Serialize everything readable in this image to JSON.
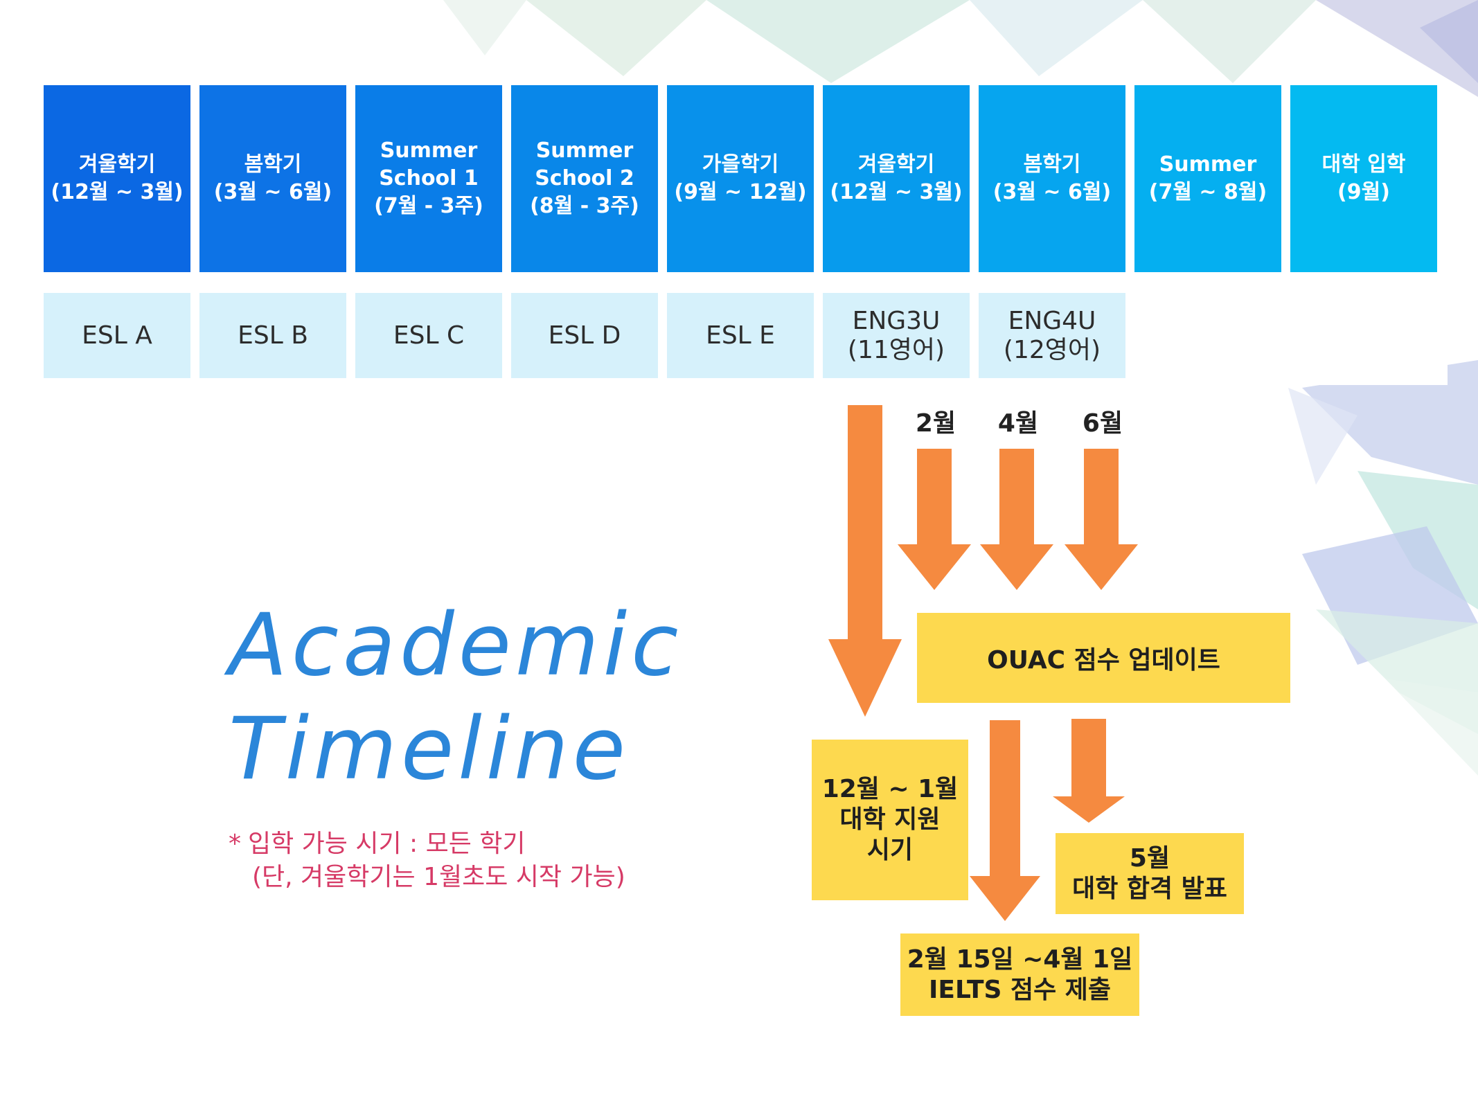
{
  "terms": [
    {
      "label": "겨울학기\n(12월 ~ 3월)",
      "color": "#0b68e3"
    },
    {
      "label": "봄학기\n(3월 ~ 6월)",
      "color": "#0d73e6"
    },
    {
      "label": "Summer\nSchool 1\n(7월 - 3주)",
      "color": "#0a7de8"
    },
    {
      "label": "Summer\nSchool 2\n(8월 - 3주)",
      "color": "#0987e9"
    },
    {
      "label": "가을학기\n(9월 ~ 12월)",
      "color": "#0891eb"
    },
    {
      "label": "겨울학기\n(12월 ~ 3월)",
      "color": "#079bed"
    },
    {
      "label": "봄학기\n(3월 ~ 6월)",
      "color": "#06a5ef"
    },
    {
      "label": "Summer\n(7월 ~ 8월)",
      "color": "#05aff0"
    },
    {
      "label": "대학 입학\n(9월)",
      "color": "#04baf1"
    }
  ],
  "courses": [
    "ESL A",
    "ESL B",
    "ESL C",
    "ESL D",
    "ESL E",
    "ENG3U\n(11영어)",
    "ENG4U\n(12영어)"
  ],
  "months": [
    "2월",
    "4월",
    "6월"
  ],
  "boxes": {
    "ouac": "OUAC 점수 업데이트",
    "apply": "12월 ~ 1월\n대학 지원\n시기",
    "announce": "5월\n대학 합격 발표",
    "ielts": "2월 15일 ~4월 1일\nIELTS 점수 제출"
  },
  "title": {
    "line1": "Academic",
    "line2": "Timeline"
  },
  "note": {
    "line1": "입학 가능 시기 : 모든 학기",
    "line2": "(단, 겨울학기는 1월초도 시작 가능)"
  },
  "colors": {
    "arrow": "#f58a40",
    "box": "#fdd94f",
    "title": "#2b86d9",
    "note": "#d63a66"
  }
}
